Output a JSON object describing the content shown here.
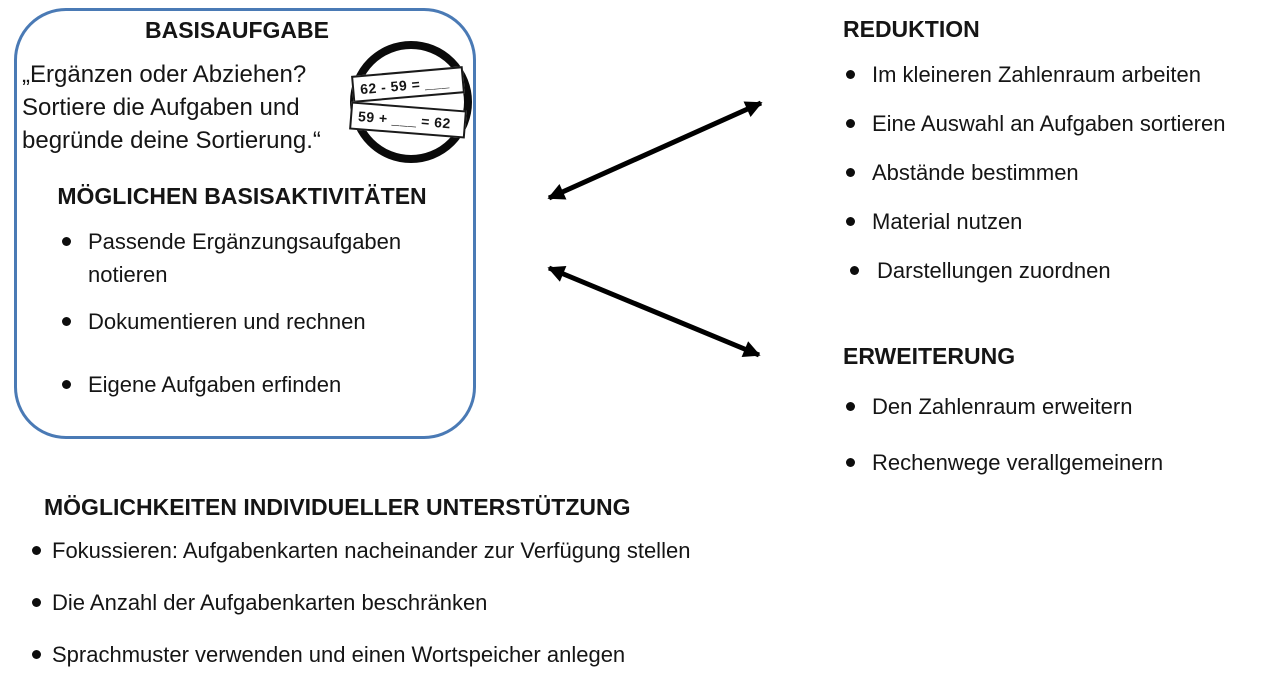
{
  "basis_box": {
    "title": "BASISAUFGABE",
    "quote_lines": [
      "„Ergänzen oder Abziehen?",
      "Sortiere die Aufgaben und",
      "begründe deine Sortierung.“"
    ],
    "task_circle": {
      "card1": "62 - 59 = ___",
      "card2": "59 + ___ = 62"
    },
    "activities_title": "MÖGLICHEN BASISAKTIVITÄTEN",
    "activities": [
      "Passende Ergänzungsaufgaben notieren",
      "Dokumentieren und rechnen",
      "Eigene Aufgaben erfinden"
    ]
  },
  "reduktion": {
    "title": "REDUKTION",
    "items": [
      "Im kleineren Zahlenraum arbeiten",
      "Eine Auswahl an Aufgaben sortieren",
      "Abstände bestimmen",
      "Material nutzen",
      "Darstellungen zuordnen"
    ]
  },
  "erweiterung": {
    "title": "ERWEITERUNG",
    "items": [
      "Den Zahlenraum erweitern",
      "Rechenwege verallgemeinern"
    ]
  },
  "unterstuetzung": {
    "title": "MÖGLICHKEITEN INDIVIDUELLER UNTERSTÜTZUNG",
    "items": [
      "Fokussieren: Aufgabenkarten nacheinander zur Verfügung stellen",
      "Die Anzahl der Aufgabenkarten beschränken",
      "Sprachmuster verwenden und einen Wortspeicher anlegen"
    ]
  },
  "connectors": [
    {
      "from": "basisaufgabe",
      "to": "reduktion",
      "type": "double-arrow"
    },
    {
      "from": "basisaufgabe",
      "to": "erweiterung",
      "type": "double-arrow"
    }
  ],
  "colors": {
    "box_border": "#4A7AB5",
    "text": "#151515",
    "arrow": "#000000"
  }
}
